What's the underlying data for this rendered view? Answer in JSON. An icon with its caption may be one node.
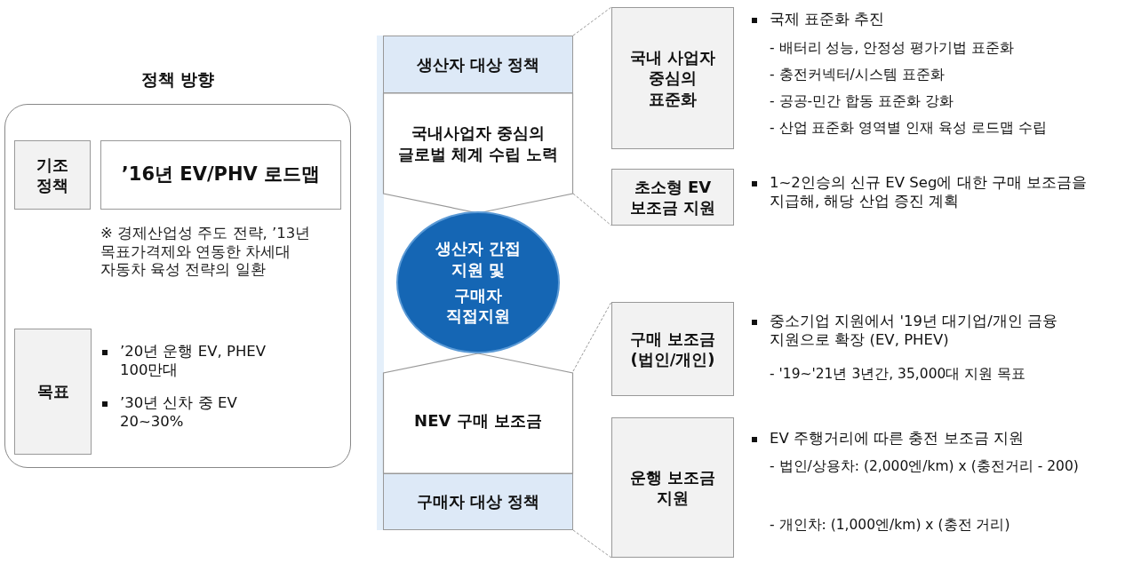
{
  "diagram": {
    "nodes": [
      {
        "text": [
          "정책 방향"
        ]
      },
      {
        "text": [
          "기조 정책"
        ],
        "in": 0
      },
      {
        "text": [
          "’16년 EV/PHV 로드맵"
        ],
        "in": 0
      },
      {
        "text": [
          "목표"
        ],
        "in": 0
      },
      {
        "text": [
          "생산자 대상 정책"
        ]
      },
      {
        "text": [
          "국내사업자 중심의 글로벌 체계 수립 노력"
        ]
      },
      {
        "text": [
          "생산자 간접 지원 및",
          "구매자 직접지원"
        ]
      },
      {
        "text": [
          "NEV 구매 보조금"
        ]
      },
      {
        "text": [
          "구매자 대상 정책"
        ]
      },
      {
        "text": [
          "국내 사업자 중심의 표준화"
        ]
      },
      {
        "text": [
          "초소형 EV 보조금 지원"
        ]
      },
      {
        "text": [
          "구매 보조금 (법인/개인)"
        ]
      },
      {
        "text": [
          "운행 보조금 지원"
        ]
      }
    ],
    "edges": [
      {
        "from": 4,
        "to": 9,
        "arrow": "none",
        "style": "dashed"
      },
      {
        "from": 5,
        "to": 10,
        "arrow": "none",
        "style": "dashed"
      },
      {
        "from": 7,
        "to": 11,
        "arrow": "none",
        "style": "dashed"
      },
      {
        "from": 8,
        "to": 12,
        "arrow": "none",
        "style": "dashed"
      }
    ],
    "labels": [
      "※ 경제산업성 주도 전략, ’13년 목표가격제와 연동한 차세대 자동차 육성 전략의 일환",
      "’20년 운행 EV, PHEV 100만대",
      "’30년 신차 중 EV 20~30%",
      "국제 표준화 추진",
      "- 배터리 성능, 안정성 평가기법 표준화",
      "- 충전커넥터/시스템 표준화",
      "- 공공-민간 합동 표준화 강화",
      "- 산업 표준화 영역별 인재 육성 로드맵 수립",
      "1~2인승의 신규 EV Seg에 대한 구매 보조금을 지급해, 해당 산업 증진 계획",
      "중소기업 지원에서 '19년 대기업/개인 금융 지원으로 확장 (EV, PHEV)",
      "- '19~'21년 3년간, 35,000대 지원 목표",
      "EV 주행거리에 따른 충전 보조금 지원",
      "- 법인/상용차: (2,000엔/km) x (충전거리 - 200)",
      "- 개인차: (1,000엔/km) x (충전 거리)"
    ]
  }
}
